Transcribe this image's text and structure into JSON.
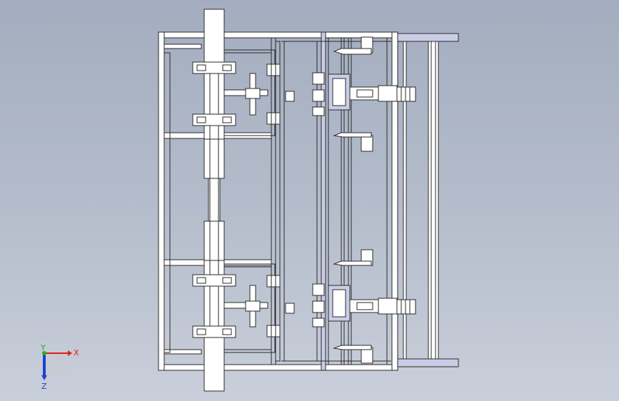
{
  "viewport": {
    "background_top": "#a3adbf",
    "background_bottom": "#c9cfda",
    "line_color": "#2a2a2a",
    "fill_color": "#ffffff",
    "highlight_color": "#c9cde6"
  },
  "triad": {
    "x_label": "X",
    "y_label": "Y",
    "z_label": "Z",
    "x_color": "#e02020",
    "y_color": "#20b020",
    "z_color": "#2040d0"
  }
}
